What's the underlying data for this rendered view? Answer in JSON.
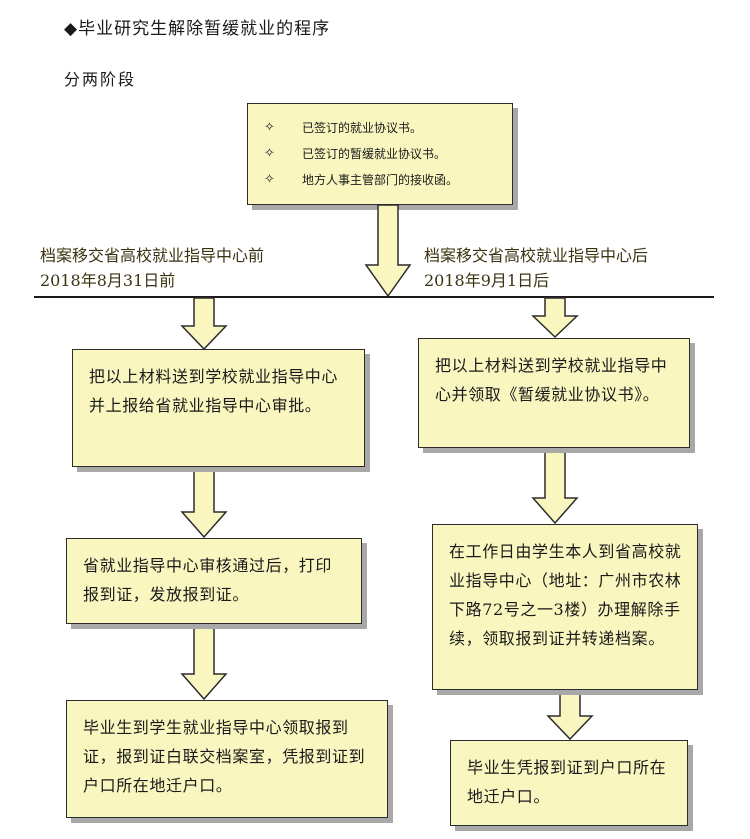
{
  "title": "◆毕业研究生解除暂缓就业的程序",
  "subtitle": "分两阶段",
  "materials": {
    "bullet": "✧",
    "items": [
      "已签订的就业协议书。",
      "已签订的暂缓就业协议书。",
      "地方人事主管部门的接收函。"
    ]
  },
  "left_phase": {
    "line1": "档案移交省高校就业指导中心前",
    "line2": "2018年8月31日前"
  },
  "right_phase": {
    "line1": "档案移交省高校就业指导中心后",
    "line2": "2018年9月1日后"
  },
  "left_steps": [
    "把以上材料送到学校就业指导中心并上报给省就业指导中心审批。",
    "省就业指导中心审核通过后，打印报到证，发放报到证。",
    "毕业生到学生就业指导中心领取报到证，报到证白联交档案室，凭报到证到户口所在地迁户口。"
  ],
  "right_steps": [
    "把以上材料送到学校就业指导中心并领取《暂缓就业协议书》。",
    "在工作日由学生本人到省高校就业指导中心（地址：广州市农林下路72号之一3楼）办理解除手续，领取报到证并转递档案。",
    "毕业生凭报到证到户口所在地迁户口。"
  ],
  "colors": {
    "box_fill": "#f9f6bf",
    "box_border": "#2c2c2c",
    "shadow": "#a8a8a8"
  }
}
